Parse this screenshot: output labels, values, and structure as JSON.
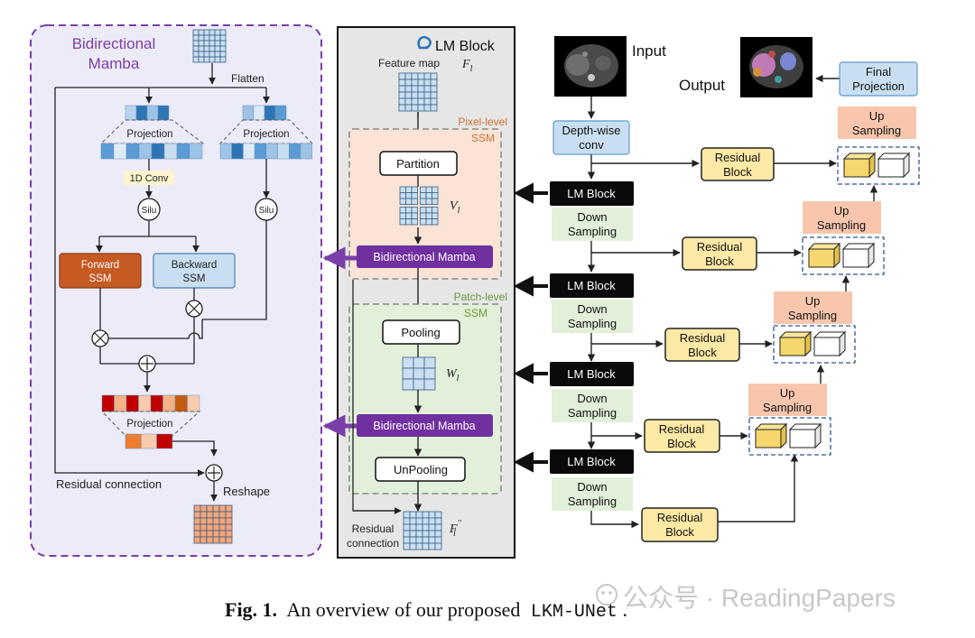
{
  "left_panel": {
    "title_line1": "Bidirectional",
    "title_line2": "Mamba",
    "flatten": "Flatten",
    "projection_left": "Projection",
    "projection_right": "Projection",
    "conv1d": "1D Conv",
    "silu_left": "Silu",
    "silu_right": "Silu",
    "forward_ssm_line1": "Forward",
    "forward_ssm_line2": "SSM",
    "backward_ssm_line1": "Backward",
    "backward_ssm_line2": "SSM",
    "projection_bottom": "Projection",
    "residual_connection": "Residual connection",
    "reshape": "Reshape"
  },
  "middle_panel": {
    "title": "LM Block",
    "feature_map": "Feature map",
    "feature_map_symbol": "F",
    "feature_map_sub": "l",
    "pixel_level_line1": "Pixel-level",
    "pixel_level_line2": "SSM",
    "partition": "Partition",
    "v_symbol": "V",
    "v_sub": "l",
    "bidirectional_mamba_1": "Bidirectional Mamba",
    "patch_level_line1": "Patch-level",
    "patch_level_line2": "SSM",
    "pooling": "Pooling",
    "w_symbol": "W",
    "w_sub": "l",
    "bidirectional_mamba_2": "Bidirectional Mamba",
    "unpooling": "UnPooling",
    "residual_line1": "Residual",
    "residual_line2": "connection",
    "output_symbol": "F",
    "output_sub": "l",
    "output_sup": "′′"
  },
  "right_panel": {
    "input": "Input",
    "output": "Output",
    "final_projection_line1": "Final",
    "final_projection_line2": "Projection",
    "depthwise_line1": "Depth-wise",
    "depthwise_line2": "conv",
    "lm_block": "LM Block",
    "down_line1": "Down",
    "down_line2": "Sampling",
    "up_line1": "Up",
    "up_line2": "Sampling",
    "residual_line1": "Residual",
    "residual_line2": "Block"
  },
  "caption": {
    "fig": "Fig. 1.",
    "text": "An overview of our proposed",
    "model": "LKM-UNet",
    "end": "."
  },
  "watermark": "公众号 · ReadingPapers",
  "colors": {
    "purple": "#7b3fa8",
    "purple_fill": "#ecebf8",
    "gray_panel": "#e6e6e6",
    "pixel_fill": "#fbe4d6",
    "patch_fill": "#e2efd9",
    "blue_fill": "#c9dff1",
    "orange_text": "#d07030",
    "green_text": "#6a9a3a",
    "forward_red": "#c55a22",
    "yellow": "#fde9a6",
    "peach": "#f7c6ad"
  }
}
